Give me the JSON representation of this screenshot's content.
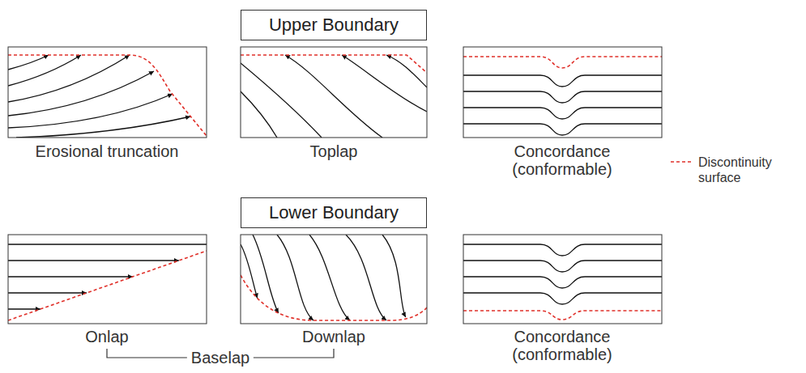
{
  "diagram": {
    "nodes": [
      {
        "text": [
          "Upper Boundary"
        ]
      },
      {
        "text": [
          "Lower Boundary"
        ]
      }
    ],
    "labels": [
      "Erosional truncation",
      "Toplap",
      "Concordance (conformable)",
      "Onlap",
      "Downlap",
      "Concordance (conformable)",
      "Baselap"
    ],
    "legend": [
      {
        "text": "Discontinuity surface"
      }
    ]
  }
}
